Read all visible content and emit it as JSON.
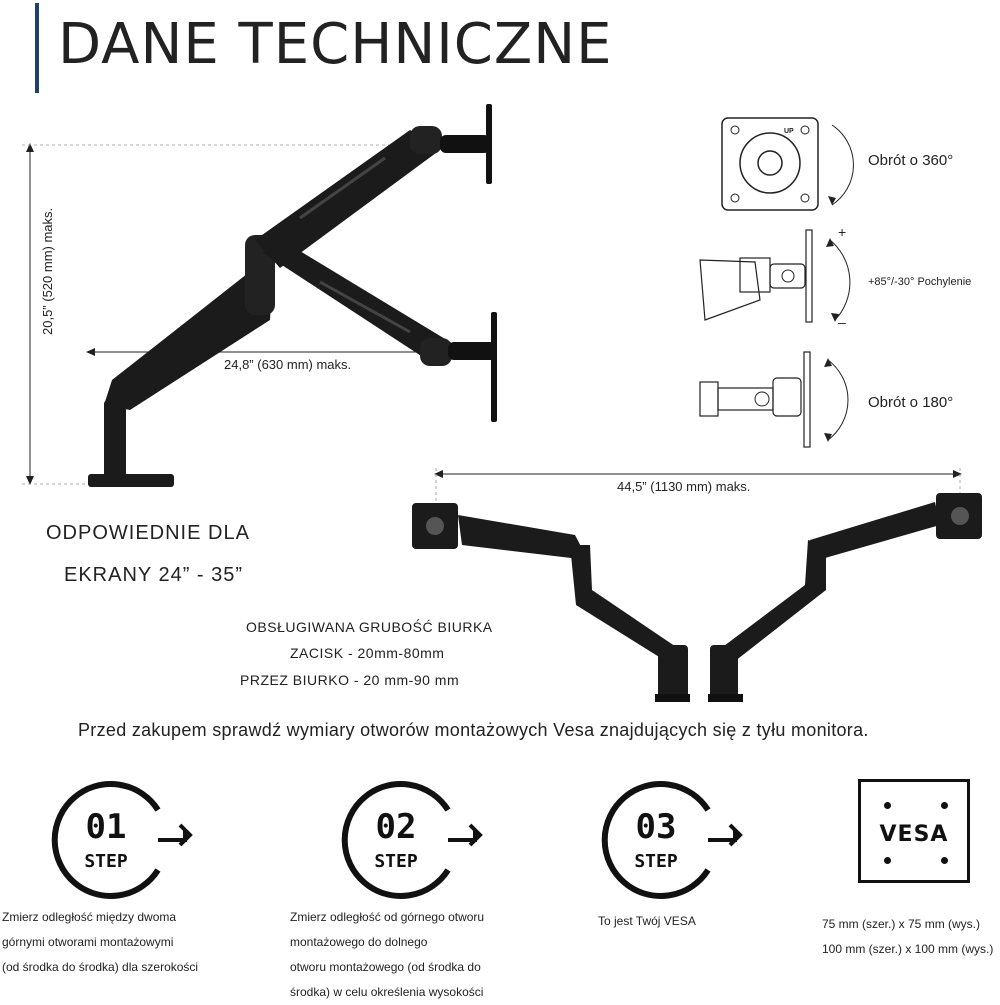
{
  "header": {
    "title": "DANE TECHNICZNE"
  },
  "dimensions": {
    "height": "20,5” (520 mm)  maks.",
    "reach_single": "24,8” (630 mm) maks.",
    "reach_dual": "44,5” (1130 mm) maks."
  },
  "rotations": {
    "rotate_360": "Obrót o 360°",
    "tilt": "+85°/-30° Pochylenie",
    "rotate_180": "Obrót o 180°",
    "plus": "+",
    "minus": "–",
    "up_marker": "UP"
  },
  "suitability": {
    "line1": "ODPOWIEDNIE DLA",
    "line2": "EKRANY 24” - 35”"
  },
  "desk": {
    "heading": "OBSŁUGIWANA GRUBOŚĆ BIURKA",
    "clamp": "ZACISK - 20mm-80mm",
    "grommet": "PRZEZ BIURKO - 20 mm-90 mm"
  },
  "note": "Przed zakupem sprawdź wymiary otworów montażowych Vesa znajdujących się z tyłu monitora.",
  "steps": [
    {
      "number": "01",
      "word": "STEP",
      "lines": [
        "Zmierz odległość między dwoma",
        "górnymi otworami montażowymi",
        "(od środka do środka) dla szerokości"
      ]
    },
    {
      "number": "02",
      "word": "STEP",
      "lines": [
        "Zmierz odległość od górnego otworu",
        "montażowego do dolnego",
        "otworu montażowego (od środka do",
        "środka) w celu określenia wysokości"
      ]
    },
    {
      "number": "03",
      "word": "STEP",
      "lines": [
        "To jest Twój VESA"
      ]
    }
  ],
  "vesa": {
    "logo": "VESA",
    "sizes": [
      "75 mm (szer.) x 75 mm (wys.)",
      "100 mm (szer.) x 100 mm (wys.)"
    ]
  },
  "colors": {
    "accent_bar": "#1f3f6e",
    "arm": "#1b1b1b",
    "text": "#222222"
  }
}
